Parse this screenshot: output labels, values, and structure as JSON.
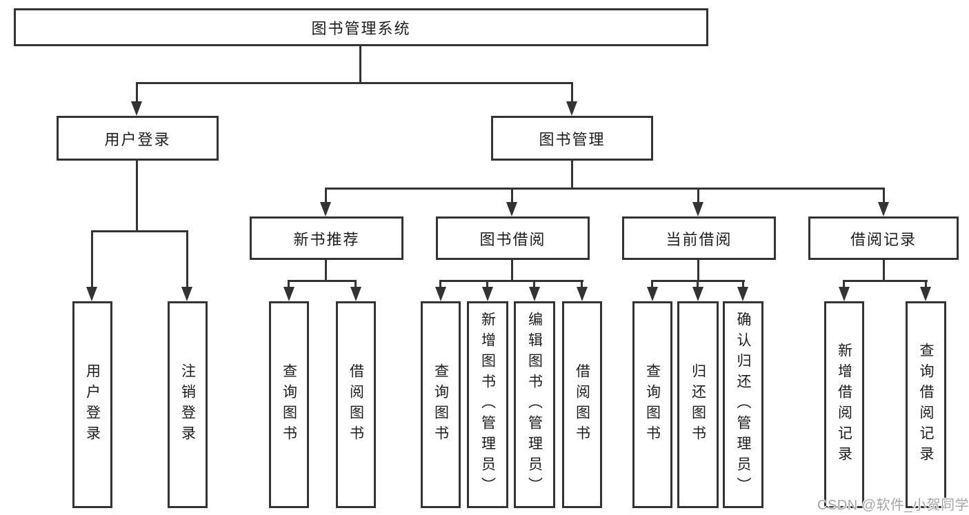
{
  "root": {
    "label": "图书管理系统"
  },
  "branches": {
    "user_login": {
      "label": "用户登录",
      "children": [
        "用户登录",
        "注销登录"
      ]
    },
    "book_mgmt": {
      "label": "图书管理",
      "children": [
        {
          "label": "新书推荐",
          "children": [
            "查询图书",
            "借阅图书"
          ]
        },
        {
          "label": "图书借阅",
          "children": [
            "查询图书",
            "新增图书（管理员）",
            "编辑图书（管理员）",
            "借阅图书"
          ]
        },
        {
          "label": "当前借阅",
          "children": [
            "查询图书",
            "归还图书",
            "确认归还（管理员）"
          ]
        },
        {
          "label": "借阅记录",
          "children": [
            "新增借阅记录",
            "查询借阅记录"
          ]
        }
      ]
    }
  },
  "watermark": "CSDN @软件_小贺同学",
  "colors": {
    "line": "#333333",
    "box_border": "#333333",
    "box_fill": "#ffffff",
    "text": "#1c1c1c",
    "watermark": "#a6a6a6",
    "background": "#ffffff"
  }
}
